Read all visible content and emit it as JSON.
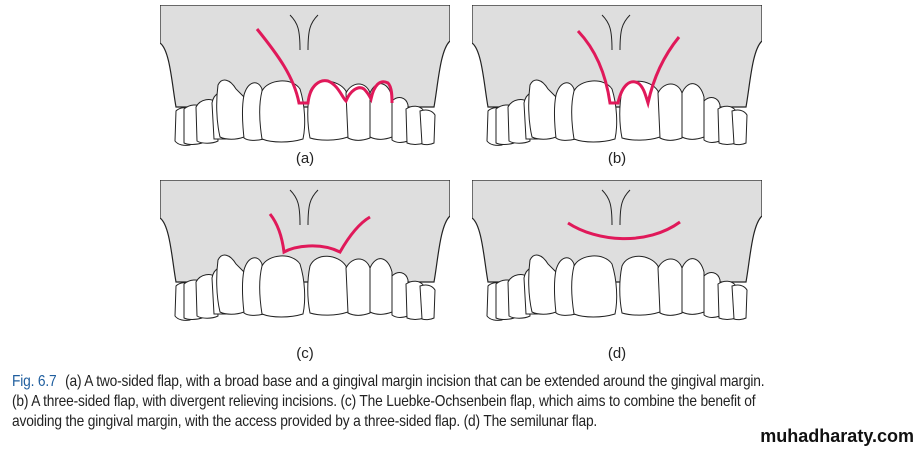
{
  "figure": {
    "panels": [
      {
        "label": "(a)",
        "incision": "two-sided"
      },
      {
        "label": "(b)",
        "incision": "three-sided"
      },
      {
        "label": "(c)",
        "incision": "luebke-ochsenbein"
      },
      {
        "label": "(d)",
        "incision": "semilunar"
      }
    ],
    "colors": {
      "incision": "#e0195a",
      "bone": "#dedede",
      "outline": "#222222"
    }
  },
  "caption": {
    "fig_number": "Fig. 6.7",
    "lines": [
      "(a) A two-sided flap, with a broad base and a gingival margin incision that can be extended around the gingival margin.",
      "(b) A three-sided flap, with divergent relieving incisions. (c) The Luebke-Ochsenbein flap, which aims to combine the benefit of",
      "avoiding the gingival margin, with the access provided by a three-sided flap. (d) The semilunar flap."
    ]
  },
  "watermark": "muhadharaty.com"
}
